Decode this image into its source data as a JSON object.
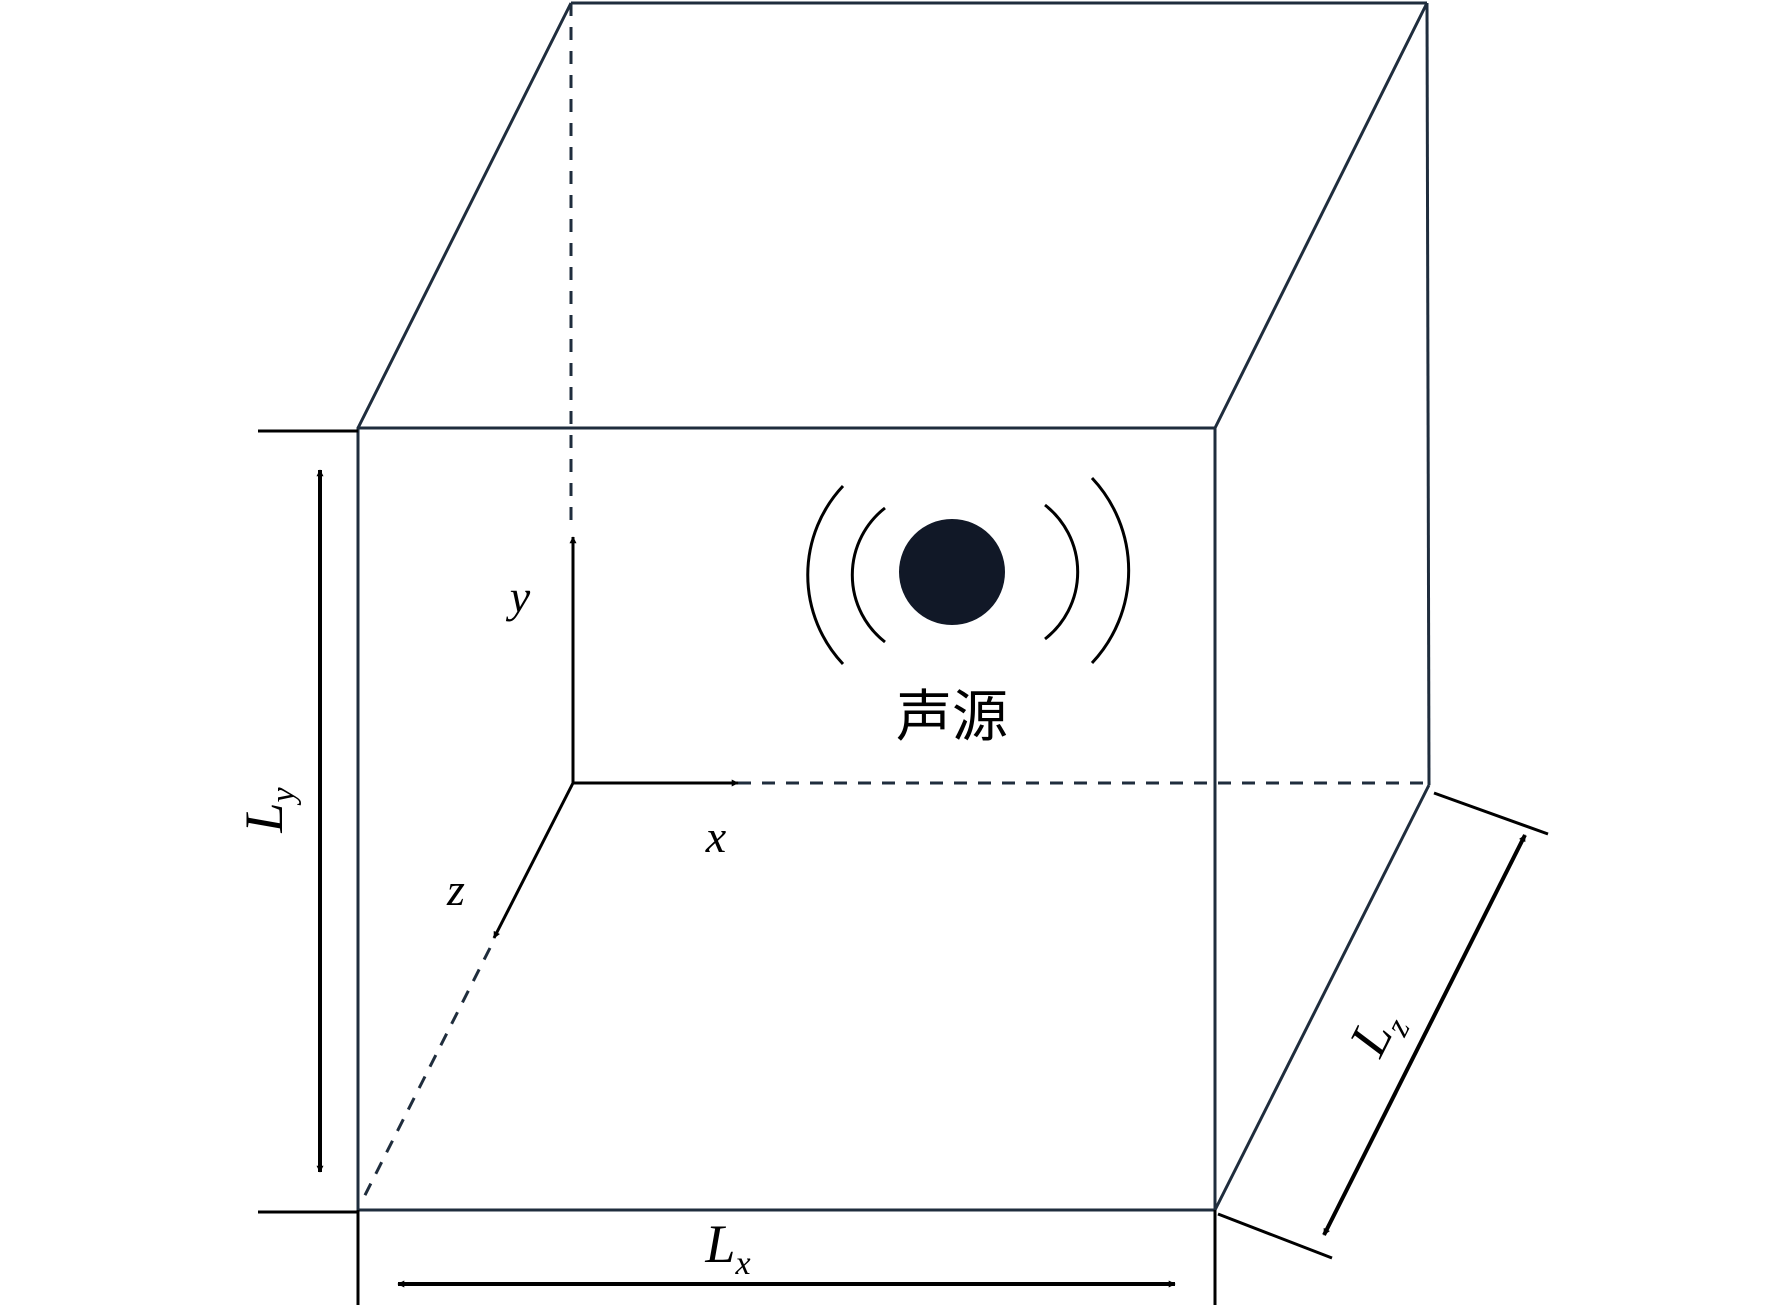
{
  "diagram": {
    "axis_labels": {
      "x": "x",
      "y": "y",
      "z": "z"
    },
    "dimension_labels": {
      "Lx": {
        "base": "L",
        "sub": "x"
      },
      "Ly": {
        "base": "L",
        "sub": "y"
      },
      "Lz": {
        "base": "L",
        "sub": "z"
      }
    },
    "source_label": "声源",
    "colors": {
      "box_edge": "#1f2d3d",
      "ink": "#000000",
      "source_fill": "#111827"
    }
  }
}
